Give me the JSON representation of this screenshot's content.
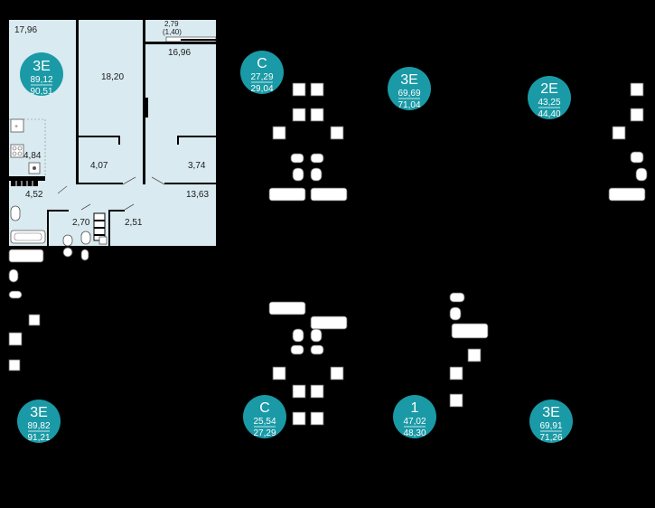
{
  "plan": {
    "rooms": [
      {
        "id": "hall",
        "area": "17,96"
      },
      {
        "id": "living",
        "area": "18,20"
      },
      {
        "id": "balcony",
        "area": "2,79"
      },
      {
        "id": "balcony_alt",
        "area": "(1,40)"
      },
      {
        "id": "bedroom",
        "area": "16,96"
      },
      {
        "id": "bath_a",
        "area": "4,84"
      },
      {
        "id": "closet_a",
        "area": "4,07"
      },
      {
        "id": "closet_b",
        "area": "3,74"
      },
      {
        "id": "wc",
        "area": "4,52"
      },
      {
        "id": "corridor",
        "area": "13,63"
      },
      {
        "id": "bath_b",
        "area": "2,70"
      },
      {
        "id": "wardrobe",
        "area": "2,51"
      }
    ]
  },
  "badges": [
    {
      "id": "plan-main",
      "type": "3E",
      "area_living": "89,12",
      "area_total": "90,51",
      "accent": "#1a9aa6"
    },
    {
      "id": "top-c",
      "type": "С",
      "area_living": "27,29",
      "area_total": "29,04",
      "accent": "#1a9aa6"
    },
    {
      "id": "top-3e",
      "type": "3E",
      "area_living": "69,69",
      "area_total": "71,04",
      "accent": "#1a9aa6"
    },
    {
      "id": "top-2e",
      "type": "2E",
      "area_living": "43,25",
      "area_total": "44,40",
      "accent": "#1a9aa6"
    },
    {
      "id": "bottom-3e-left",
      "type": "3E",
      "area_living": "89,82",
      "area_total": "91,21",
      "accent": "#1a9aa6"
    },
    {
      "id": "bottom-c",
      "type": "С",
      "area_living": "25,54",
      "area_total": "27,29",
      "accent": "#1a9aa6"
    },
    {
      "id": "bottom-1",
      "type": "1",
      "area_living": "47,02",
      "area_total": "48,30",
      "accent": "#1a9aa6"
    },
    {
      "id": "bottom-3e-right",
      "type": "3E",
      "area_living": "69,91",
      "area_total": "71,26",
      "accent": "#1a9aa6"
    }
  ],
  "colors": {
    "floor": "#d9eaf0",
    "badge": "#1a9aa6",
    "background": "#000000"
  }
}
